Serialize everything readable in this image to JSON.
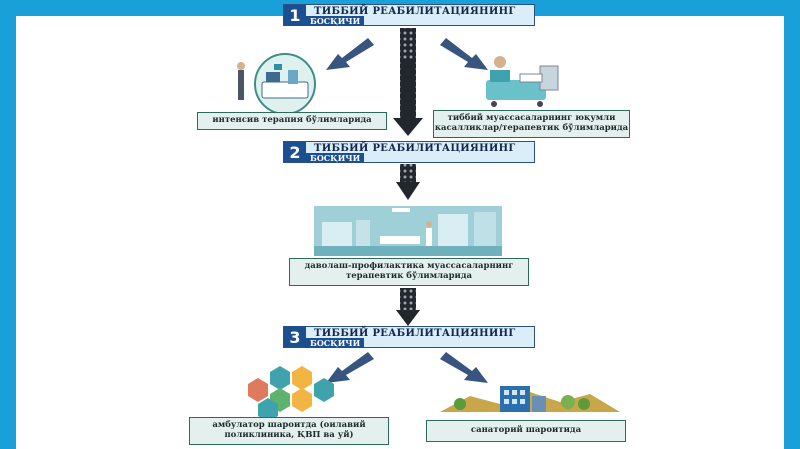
{
  "stages": [
    {
      "number": "1",
      "title": "ТИББИЙ РЕАБИЛИТАЦИЯНИНГ",
      "sub": "БОСҚИЧИ"
    },
    {
      "number": "2",
      "title": "ТИББИЙ РЕАБИЛИТАЦИЯНИНГ",
      "sub": "БОСҚИЧИ"
    },
    {
      "number": "3",
      "title": "ТИББИЙ РЕАБИЛИТАЦИЯНИНГ",
      "sub": "БОСҚИЧИ"
    }
  ],
  "labels": {
    "icu": "интенсив терапия бўлимларида",
    "hospital": "тиббий муассасаларнинг юқумли касалликлар/терапевтик бўлимларида",
    "therapeutic": "даволаш-профилактика муассасаларнинг терапевтик бўлимларида",
    "outpatient": "амбулатор шароитда (оилавий поликлиника, ҚВП ва уй)",
    "sanatorium": "санаторий шароитида"
  },
  "colors": {
    "frame": "#1aa0d8",
    "stage_fill": "#1c4f8f",
    "arrow": "#22272e",
    "arrow_accent": "#37557f"
  }
}
